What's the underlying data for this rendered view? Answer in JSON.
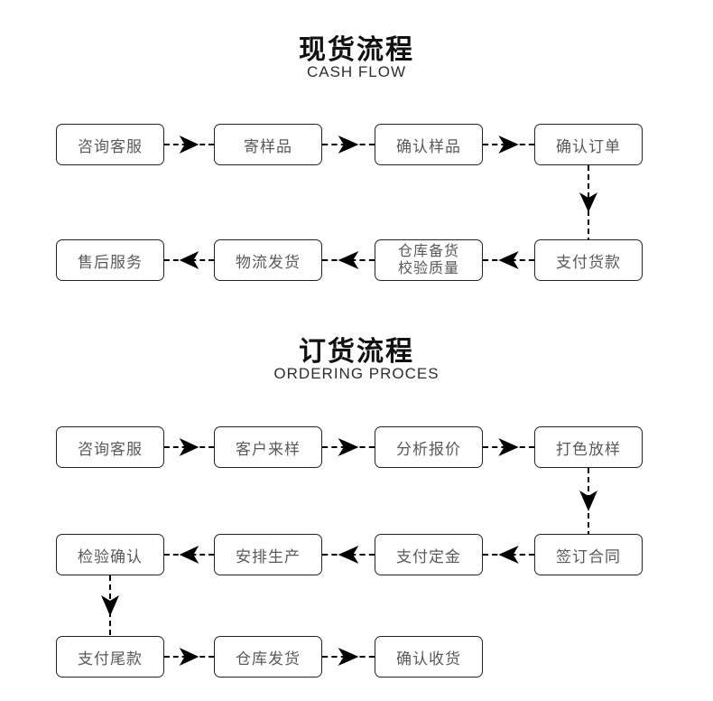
{
  "flow1": {
    "title": "现货流程",
    "subtitle": "CASH FLOW",
    "row1": [
      "咨询客服",
      "寄样品",
      "确认样品",
      "确认订单"
    ],
    "row2": [
      "售后服务",
      "物流发货",
      [
        "仓库备货",
        "校验质量"
      ],
      "支付货款"
    ]
  },
  "flow2": {
    "title": "订货流程",
    "subtitle": "ORDERING PROCES",
    "row1": [
      "咨询客服",
      "客户来样",
      "分析报价",
      "打色放样"
    ],
    "row2": [
      "检验确认",
      "安排生产",
      "支付定金",
      "签订合同"
    ],
    "row3": [
      "支付尾款",
      "仓库发货",
      "确认收货"
    ]
  },
  "colors": {
    "box_border": "#222222",
    "box_text": "#595959",
    "arrow": "#000000",
    "heading": "#111111"
  }
}
